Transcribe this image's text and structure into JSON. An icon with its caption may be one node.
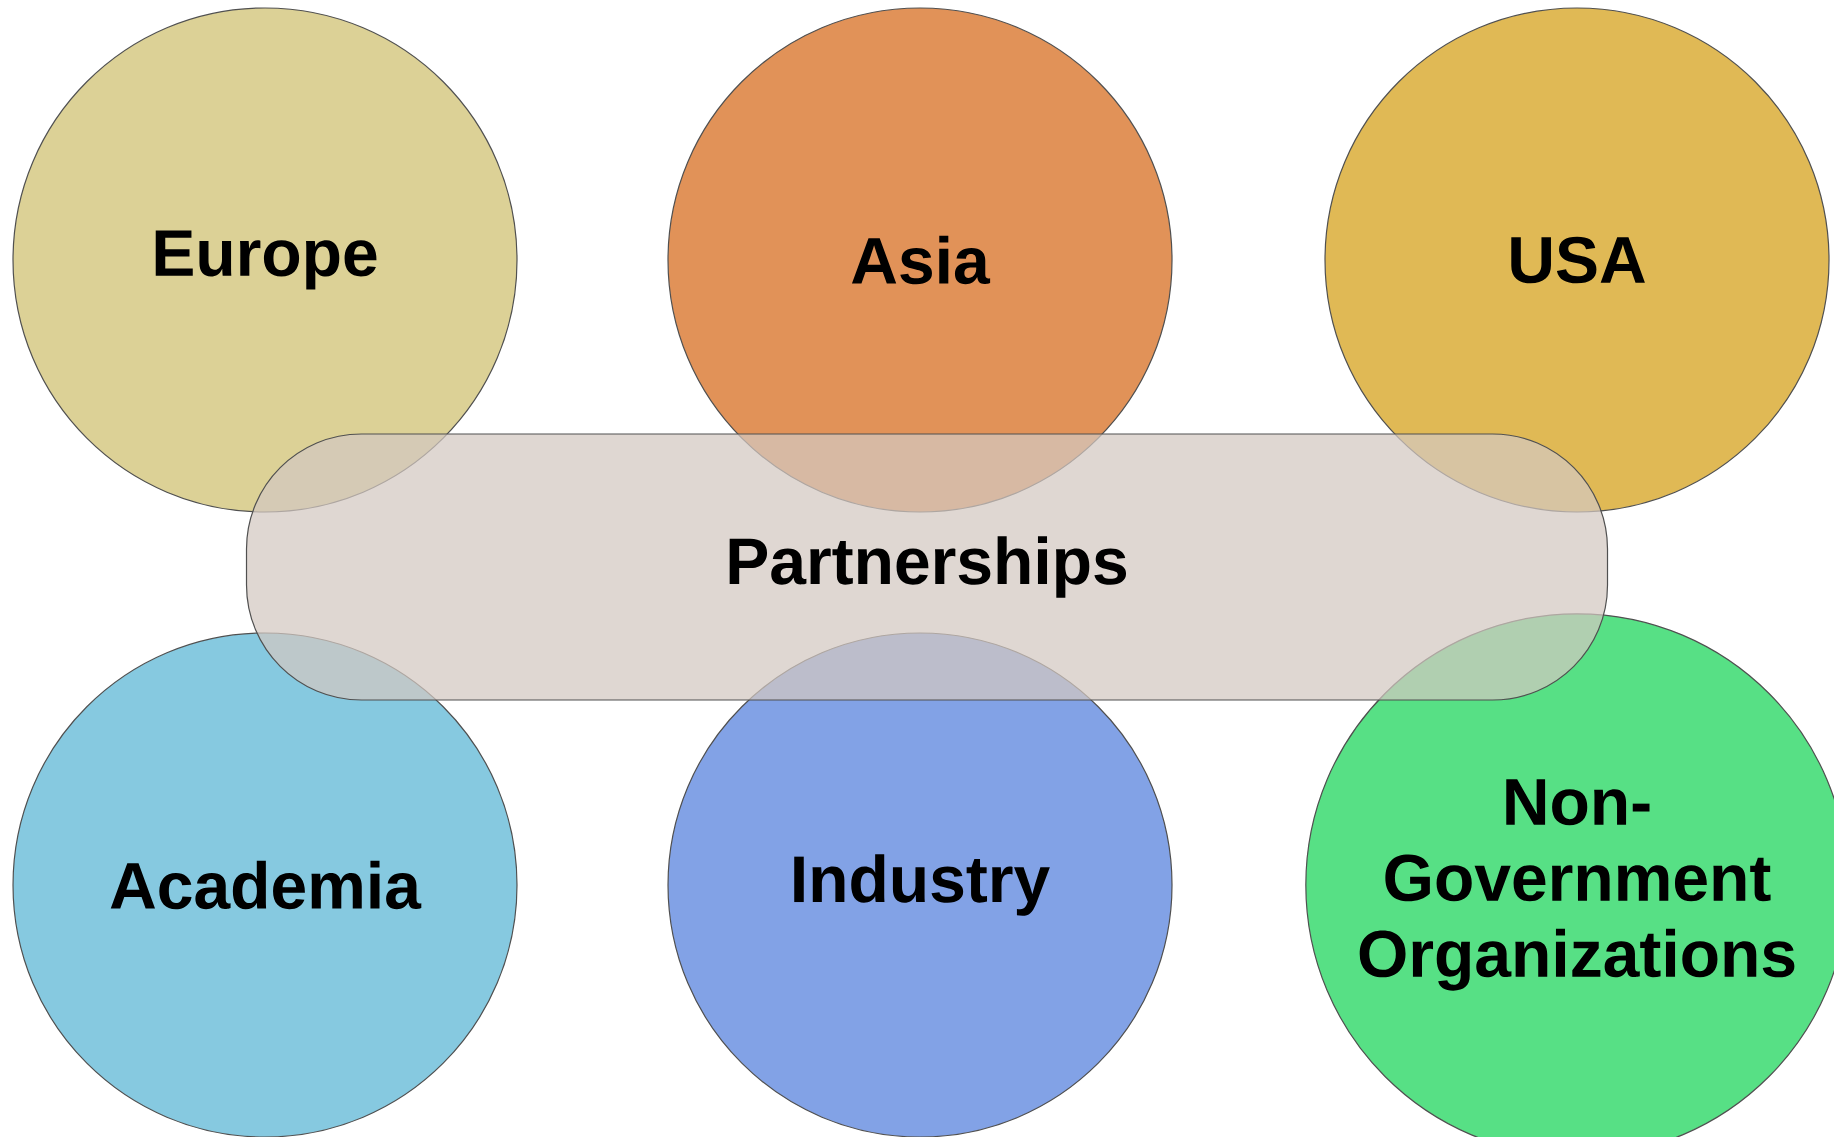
{
  "diagram": {
    "nodes": [
      {
        "text": [
          "Europe"
        ]
      },
      {
        "text": [
          "Asia"
        ]
      },
      {
        "text": [
          "USA"
        ]
      },
      {
        "text": [
          "Partnerships"
        ]
      },
      {
        "text": [
          "Academia"
        ]
      },
      {
        "text": [
          "Industry"
        ]
      },
      {
        "text": [
          "Non-Government Organizations"
        ]
      }
    ]
  }
}
